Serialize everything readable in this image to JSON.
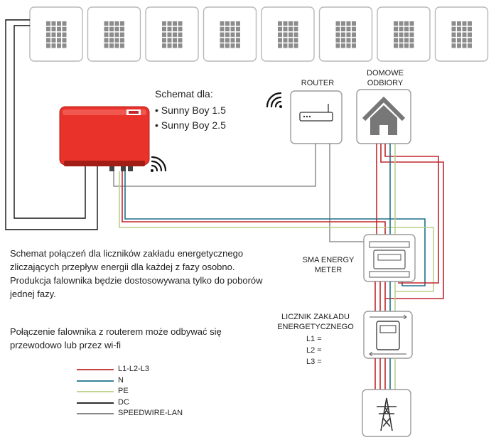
{
  "schema": {
    "title": "Schemat dla:",
    "items": [
      "• Sunny Boy 1.5",
      "• Sunny Boy 2.5"
    ]
  },
  "labels": {
    "router": "ROUTER",
    "home_line1": "DOMOWE",
    "home_line2": "ODBIORY",
    "meter_line1": "SMA ENERGY",
    "meter_line2": "METER",
    "grid_line1": "LICZNIK ZAKŁADU",
    "grid_line2": "ENERGETYCZNEGO",
    "phases": [
      "L1 =",
      "L2 =",
      "L3 ="
    ]
  },
  "description": {
    "paragraph1": "Schemat połączeń dla liczników zakładu energetycznego zliczających przepływ energii dla każdej z fazy osobno. Produkcja falownika będzie dostosowywana tylko do poborów jednej fazy.",
    "paragraph2": "Połączenie falownika z routerem może odbywać się przewodowo lub przez wi-fi"
  },
  "legend": [
    {
      "label": "L1-L2-L3",
      "color": "#c0272d"
    },
    {
      "label": "N",
      "color": "#1f6f8b"
    },
    {
      "label": "PE",
      "color": "#b9d08a"
    },
    {
      "label": "DC",
      "color": "#111111"
    },
    {
      "label": "SPEEDWIRE-LAN",
      "color": "#7a7a7a"
    }
  ],
  "colors": {
    "inverter": "#e8322a",
    "panel_frame": "#b8b8b8",
    "panel_cell": "#8c8c8c",
    "box_border": "#9a9a9a"
  },
  "icons": [
    "solar-panel-icon",
    "inverter-icon",
    "wifi-icon",
    "router-icon",
    "house-icon",
    "energy-meter-icon",
    "utility-meter-icon",
    "power-pylon-icon"
  ]
}
